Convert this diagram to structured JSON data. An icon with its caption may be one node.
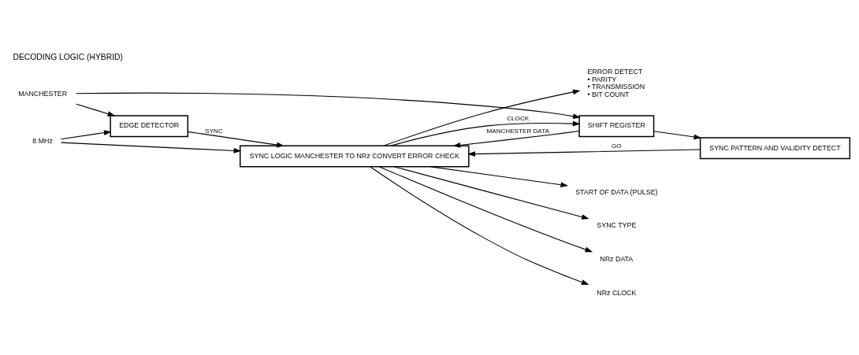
{
  "diagram": {
    "title": "DECODING LOGIC (HYBRID)",
    "nodes": [
      {
        "text": [
          "8 MHz"
        ]
      },
      {
        "text": [
          "MANCHESTER"
        ]
      },
      {
        "text": [
          "EDGE DETECTOR"
        ]
      },
      {
        "text": [
          "SHIFT REGISTER"
        ]
      },
      {
        "text": [
          "SYNC PATTERN AND VALIDITY DETECT"
        ]
      },
      {
        "text": [
          "SYNC LOGIC MANCHESTER TO NRz CONVERT ERROR CHECK"
        ]
      },
      {
        "text": [
          "START OF DATA (PULSE)"
        ]
      },
      {
        "text": [
          "SYNC TYPE"
        ]
      },
      {
        "text": [
          "NRz DATA"
        ]
      },
      {
        "text": [
          "NRz CLOCK"
        ]
      },
      {
        "text": [
          "ERROR DETECT",
          "• PARITY",
          "• TRANSMISSION",
          "• BIT COUNT"
        ]
      }
    ],
    "edges": [
      {
        "from": 0,
        "to": 2,
        "arrow": "to"
      },
      {
        "from": 0,
        "to": 5,
        "arrow": "to"
      },
      {
        "from": 1,
        "to": 2,
        "arrow": "to"
      },
      {
        "from": 1,
        "to": 3,
        "arrow": "to"
      },
      {
        "from": 2,
        "to": 5,
        "arrow": "to",
        "label": "SYNC"
      },
      {
        "from": 5,
        "to": 3,
        "arrow": "to",
        "label": "CLOCK"
      },
      {
        "from": 3,
        "to": 5,
        "arrow": "to",
        "label": "MANCHESTER DATA"
      },
      {
        "from": 3,
        "to": 4,
        "arrow": "to"
      },
      {
        "from": 4,
        "to": 5,
        "arrow": "to",
        "label": "GO"
      },
      {
        "from": 5,
        "to": 6,
        "arrow": "to"
      },
      {
        "from": 5,
        "to": 7,
        "arrow": "to"
      },
      {
        "from": 5,
        "to": 8,
        "arrow": "to"
      },
      {
        "from": 5,
        "to": 9,
        "arrow": "to"
      },
      {
        "from": 5,
        "to": 10,
        "arrow": "to"
      }
    ]
  }
}
